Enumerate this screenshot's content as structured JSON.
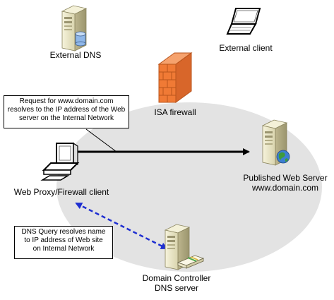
{
  "labels": {
    "external_dns": "External DNS",
    "external_client": "External client",
    "isa_firewall": "ISA firewall",
    "web_proxy_client": "Web Proxy/Firewall client",
    "published_web_server": [
      "Published Web Server",
      "www.domain.com"
    ],
    "domain_controller": [
      "Domain Controller",
      "DNS server"
    ]
  },
  "callouts": {
    "request": [
      "Request for www.domain.com",
      "resolves to the IP address of the Web",
      "server on the Internal Network"
    ],
    "dns_query": [
      "DNS Query resolves name",
      "to IP address of Web site",
      "on Internal Network"
    ]
  },
  "colors": {
    "internal_network": "#e3e3e3",
    "request_arrow": "#000000",
    "dns_arrow": "#1f2fd1",
    "firewall_brick": "#f07a35",
    "server_body": "#efeccf"
  },
  "icons": [
    "server-icon",
    "laptop-icon",
    "firewall-icon",
    "desktop-computer-icon",
    "globe-icon",
    "database-icon",
    "dns-server-icon"
  ]
}
